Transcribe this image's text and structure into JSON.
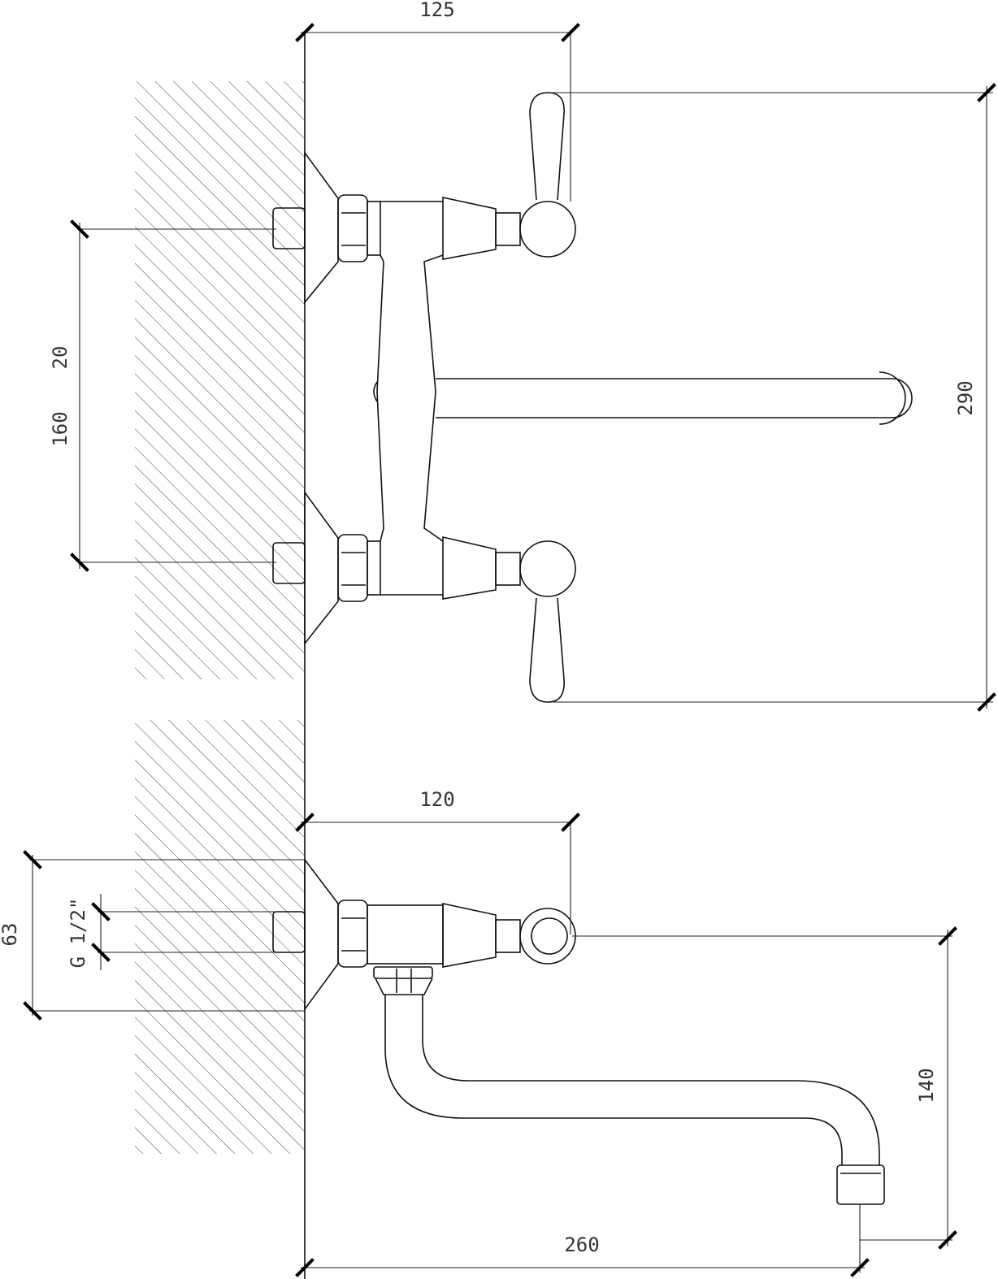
{
  "drawing": {
    "dimensions": {
      "top_width": "125",
      "total_height": "290",
      "offset_a": "20",
      "offset_b": "160",
      "side_width": "120",
      "thread": "G 1/2\"",
      "side_depth": "63",
      "spout_drop": "140",
      "spout_reach": "260"
    }
  }
}
